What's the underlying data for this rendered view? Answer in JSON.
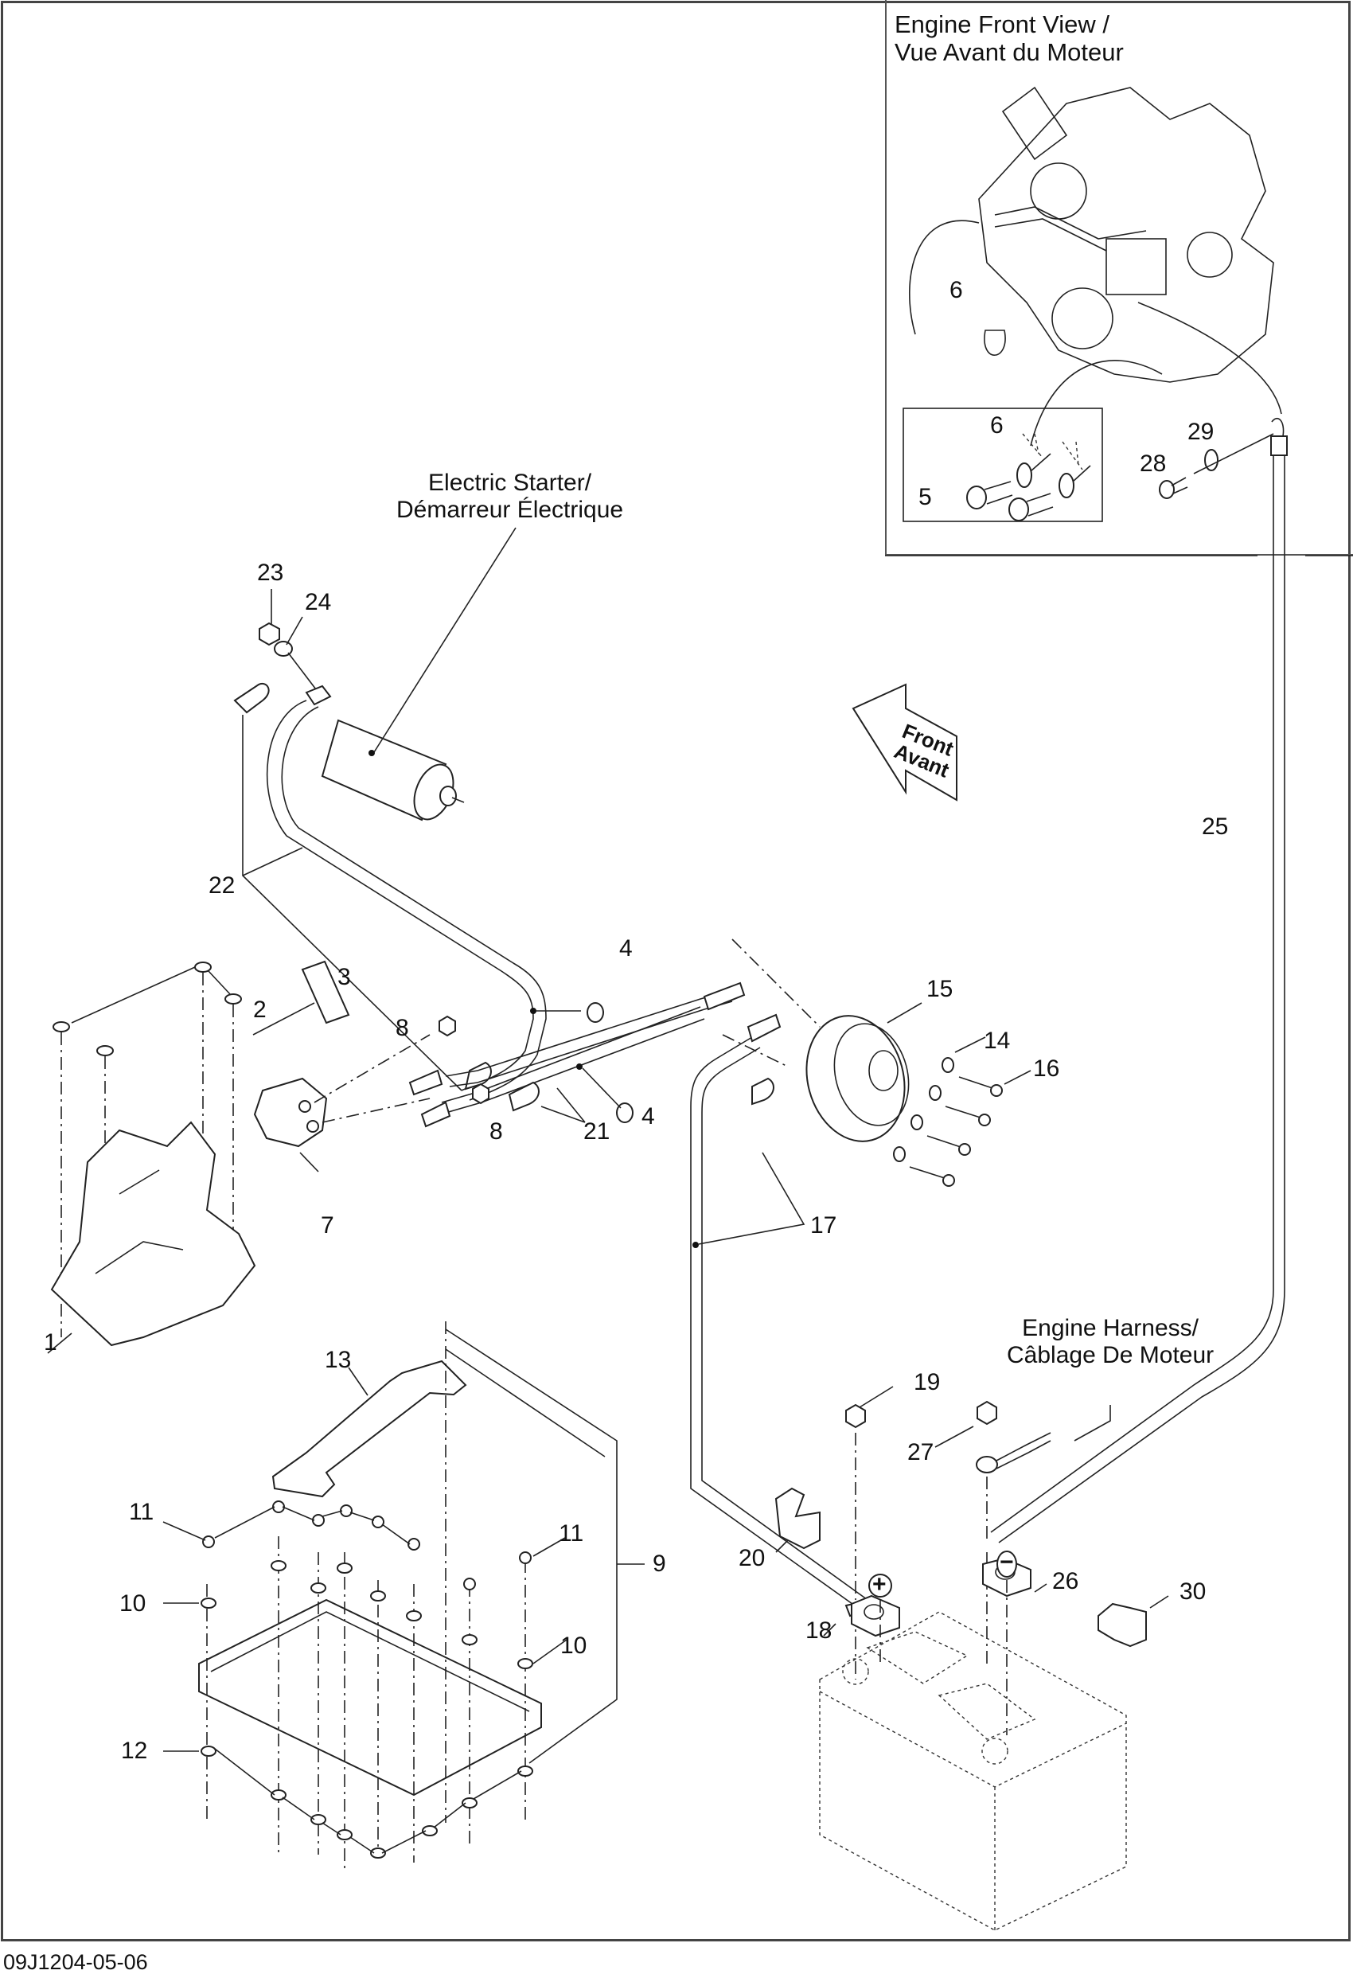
{
  "diagram": {
    "inset_title": {
      "line1": "Engine Front View /",
      "line2": "Vue Avant du Moteur"
    },
    "annotations": {
      "electric_starter": {
        "line1": "Electric Starter/",
        "line2": "Démarreur Électrique"
      },
      "engine_harness": {
        "line1": "Engine Harness/",
        "line2": "Câblage De Moteur"
      },
      "front_arrow": {
        "line1": "Front",
        "line2": "Avant"
      }
    },
    "terminal_signs": {
      "positive": "+",
      "negative": "−"
    },
    "callouts": [
      {
        "id": "c6a",
        "text": "6"
      },
      {
        "id": "c6b",
        "text": "6"
      },
      {
        "id": "c5",
        "text": "5"
      },
      {
        "id": "c29",
        "text": "29"
      },
      {
        "id": "c28",
        "text": "28"
      },
      {
        "id": "c23",
        "text": "23"
      },
      {
        "id": "c24",
        "text": "24"
      },
      {
        "id": "c22",
        "text": "22"
      },
      {
        "id": "c3",
        "text": "3"
      },
      {
        "id": "c2",
        "text": "2"
      },
      {
        "id": "c4a",
        "text": "4"
      },
      {
        "id": "c8a",
        "text": "8"
      },
      {
        "id": "c8b",
        "text": "8"
      },
      {
        "id": "c21",
        "text": "21"
      },
      {
        "id": "c4b",
        "text": "4"
      },
      {
        "id": "c7",
        "text": "7"
      },
      {
        "id": "c1",
        "text": "1"
      },
      {
        "id": "c15",
        "text": "15"
      },
      {
        "id": "c14",
        "text": "14"
      },
      {
        "id": "c16",
        "text": "16"
      },
      {
        "id": "c17",
        "text": "17"
      },
      {
        "id": "c25",
        "text": "25"
      },
      {
        "id": "c13",
        "text": "13"
      },
      {
        "id": "c11a",
        "text": "11"
      },
      {
        "id": "c11b",
        "text": "11"
      },
      {
        "id": "c10a",
        "text": "10"
      },
      {
        "id": "c10b",
        "text": "10"
      },
      {
        "id": "c9",
        "text": "9"
      },
      {
        "id": "c12",
        "text": "12"
      },
      {
        "id": "c19",
        "text": "19"
      },
      {
        "id": "c27",
        "text": "27"
      },
      {
        "id": "c20",
        "text": "20"
      },
      {
        "id": "c18",
        "text": "18"
      },
      {
        "id": "c26",
        "text": "26"
      },
      {
        "id": "c30",
        "text": "30"
      }
    ],
    "footer_code": "09J1204-05-06"
  }
}
